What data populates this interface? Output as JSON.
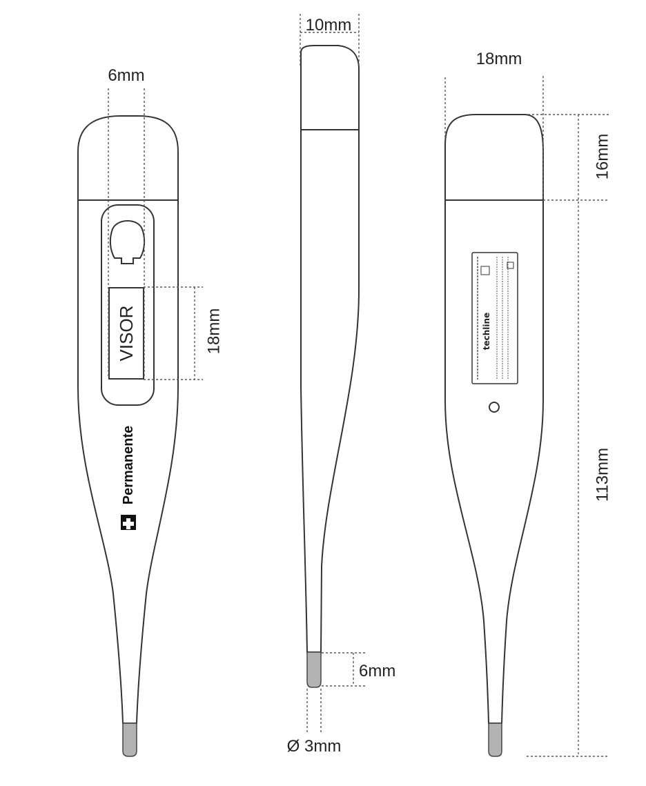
{
  "front_view": {
    "tip_width_label": "6mm",
    "display_label": "VISOR",
    "display_height_label": "18mm",
    "brand_name": "Permanente"
  },
  "side_view": {
    "thickness_label": "10mm",
    "probe_length_label": "6mm",
    "probe_diameter_label": "Ø 3mm"
  },
  "back_view": {
    "width_label": "18mm",
    "cap_height_label": "16mm",
    "total_length_label": "113mm",
    "label_brand": "techline"
  }
}
